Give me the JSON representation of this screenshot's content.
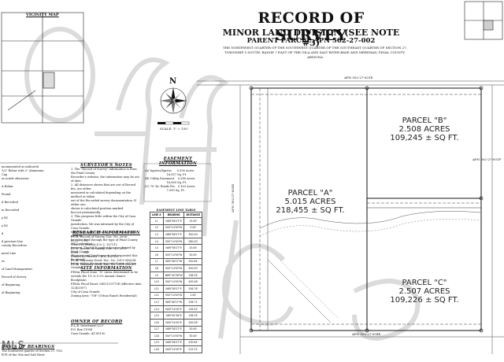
{
  "title": "RECORD OF SURVEY",
  "subtitle": "MINOR LAND DIVISION (SEE NOTE #3)",
  "parent_parcel": "PARENT PARCEL APN 502-27-002",
  "legal_desc": "THE NORTHWEST QUARTER OF THE SOUTHWEST QUARTER OF THE SOUTHEAST QUARTER OF SECTION 27, TOWNSHIP 5 SOUTH, RANGE 7 EAST OF THE GILA AND SALT RIVER BASE AND MERIDIAN, PINAL COUNTY, ARIZONA",
  "vicinity_map": "VICINITY MAP",
  "north_arrow": "N",
  "scale_label": "SCALE: 1\" = 150'",
  "parcels": {
    "a": {
      "name": "PARCEL \"A\"",
      "acres": "5.015 ACRES",
      "sqft": "218,455 ± SQ FT."
    },
    "b": {
      "name": "PARCEL \"B\"",
      "acres": "2.508 ACRES",
      "sqft": "109,245 ± SQ FT."
    },
    "c": {
      "name": "PARCEL \"C\"",
      "acres": "2.507 ACRES",
      "sqft": "109,226 ± SQ FT."
    }
  },
  "sections": {
    "surveyors_notes": "SURVEYOR'S NOTES",
    "easement": "EASEMENT INFORMATION",
    "research": "RESEARCH INFORMATION",
    "site": "SITE INFORMATION",
    "owner": "OWNER OF RECORD",
    "basis": "BASIS OF BEARINGS"
  },
  "notes_lines": [
    "1. The \"Record of Survey\" information is from the Pinal County",
    "Recorder's website; the information may be out of date.",
    "2. All distances shown that are not of Record fits, are either",
    "measured or calculated depending on the method or taken",
    "out of the Recorded survey documentation. If either one",
    "shown is calculated position marked",
    "but not permanently.",
    "3. This proposes little within the City of Casa Grande",
    "jurisdiction. We was informed by the City of Casa Grande",
    "that Minor Land Divisions in this area would need to",
    "be submitted through the type of Pinal County MLD submittal",
    "process. The MLD application was denied by Pinal County",
    "Planning and Development and requested this be placed",
    "being within the unincorporated area of Casa Grande."
  ],
  "easement_lines": [
    "(A) Ingress/Egress      0.390 Acres",
    "                        16,957 Sq. Ft.",
    "(B) Utility Easement    0.380 Acres",
    "                        16,560 Sq. Ft.",
    "(C) 70' Dr. Roads Etc.  0.163 Acres",
    "                        7,099 Sq. Ft."
  ],
  "research_lines": [
    "P.C.R. Record of Survey, Doc. No. 2006-0012.......R1",
    "(Tract 2), Parcels 4 & 5, 10/7/12",
    "P.C.R. Record of Survey, Doc. No. 2011-0028.......R2",
    "(Parcel 9), Parcels 7 & 8, 10/7/12",
    "P.C.R. Warranty Deed, Doc. No. 2013-005634",
    "P.C.R. Warranty Deed, Doc. No. 2014-036061"
  ],
  "site_lines": [
    "FEMA Flood Zone: \"X\" (Area determined to be",
    "outside the 1% & 0.2% annual chance floodplain).",
    "FEMA Flood Panel: 04021C0775E (effective date",
    "12/4/2007)",
    "City of Casa Grande",
    "Zoning Area:       \"UR\" (Urban Ranch Residential)"
  ],
  "owner_lines": [
    "R.L.B. Investment LLC",
    "P.O. Box 11998",
    "Casa Grande, AZ 85130"
  ],
  "curve_table": {
    "title": "EASEMENT LINE TABLE",
    "headers": [
      "LINE #",
      "BEARING",
      "DISTANCE"
    ],
    "rows": [
      [
        "L1",
        "N89°58'27\"E",
        "15.00'"
      ],
      [
        "L2",
        "S00°14'00\"W",
        "5.00'"
      ],
      [
        "L3",
        "N89°58'27\"E",
        "300.00'"
      ],
      [
        "L4",
        "S00°14'00\"W",
        "280.00'"
      ],
      [
        "L5",
        "N89°58'27\"E",
        "20.00'"
      ],
      [
        "L6",
        "S00°14'00\"W",
        "30.00'"
      ],
      [
        "L7",
        "S89°58'27\"W",
        "250.84'"
      ],
      [
        "L8",
        "S00°14'00\"W",
        "200.00'"
      ],
      [
        "L9",
        "N89°45'36\"W",
        "138.35'"
      ],
      [
        "L10",
        "S00°14'00\"W",
        "200.06'"
      ],
      [
        "L11",
        "N89°58'27\"E",
        "256.76'"
      ],
      [
        "L12",
        "S00°14'00\"W",
        "1.00'"
      ],
      [
        "L13",
        "S89°58'27\"W",
        "238.71'"
      ],
      [
        "L14",
        "N00°14'00\"E",
        "126.42'"
      ],
      [
        "L15",
        "S89°45'36\"E",
        "138.35'"
      ],
      [
        "L16",
        "N00°14'00\"E",
        "200.06'"
      ],
      [
        "L17",
        "N89°58'27\"E",
        "30.00'"
      ],
      [
        "L18",
        "S00°14'00\"W",
        "30.00'"
      ],
      [
        "L19",
        "N89°58'27\"E",
        "230.84'"
      ],
      [
        "L20",
        "N00°14'00\"E",
        "215.31'"
      ]
    ]
  },
  "left_margin_lines": [
    "monumented as indicated",
    "1/2\" Rebar with 2\" Aluminum Cap",
    "as noted otherwise",
    "",
    "A Rebar",
    "",
    "Found",
    "",
    "d Recorded",
    "",
    "m Recorded",
    "",
    "y R1",
    "",
    "y R2",
    "",
    "d",
    "",
    "d previous line",
    "county Recorders",
    "",
    "ment Line",
    "",
    "es",
    "",
    "of Land Management",
    "",
    "Record of Survey",
    "",
    "of Beginning",
    "",
    "of Beginning"
  ],
  "basis_text": "The Southwest quarter of Section 27, T5S, R7E of the Gila and Salt River",
  "mls_watermark": "MLS",
  "apn_top": "APN 502-27-001E",
  "apn_right_mid": "APN 502-27-001F",
  "apn_left": "APN 502-27-004E",
  "apn_bottom": "APN 502-27-004E"
}
